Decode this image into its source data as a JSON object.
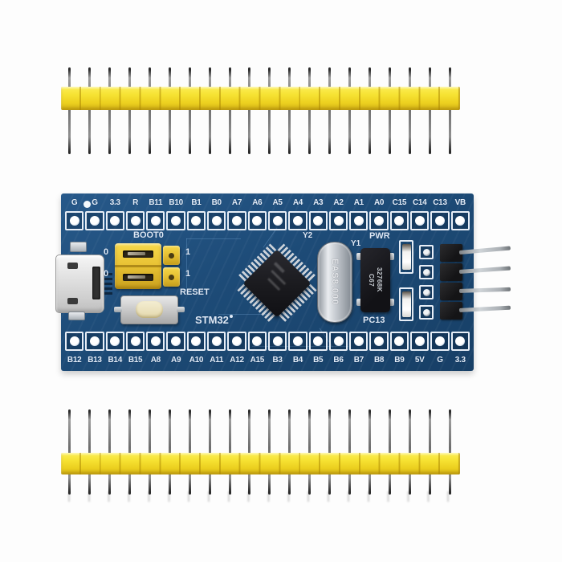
{
  "colors": {
    "pcb_blue": "#1d4b77",
    "header_plastic_yellow": "#f3de2c",
    "jumper_yellow": "#e9c335",
    "silkscreen_white": "#e2ecf8",
    "chip_black": "#1b1b1f",
    "pin_metal_gray": "#8f8f8f"
  },
  "pin_headers": {
    "top_pin_count": 20,
    "bottom_pin_count": 20
  },
  "board": {
    "top_pin_labels": [
      "G",
      "G",
      "3.3",
      "R",
      "B11",
      "B10",
      "B1",
      "B0",
      "A7",
      "A6",
      "A5",
      "A4",
      "A3",
      "A2",
      "A1",
      "A0",
      "C15",
      "C14",
      "C13",
      "VB"
    ],
    "bottom_pin_labels": [
      "B12",
      "B13",
      "B14",
      "B15",
      "A8",
      "A9",
      "A10",
      "A11",
      "A12",
      "A15",
      "B3",
      "B4",
      "B5",
      "B6",
      "B7",
      "B8",
      "B9",
      "5V",
      "G",
      "3.3"
    ],
    "top_hole_count": 20,
    "bottom_hole_count": 20,
    "debug_header_pin_count": 4,
    "led_pad_count": 4,
    "silkscreen": {
      "boot_jumper": "BOOT0",
      "jumper_zero_top": "0",
      "jumper_zero_bottom": "0",
      "jumper_one_top": "1",
      "jumper_one_bottom": "1",
      "reset_button": "RESET",
      "mcu_brand": "STM32",
      "main_crystal_ref": "Y2",
      "rtc_crystal_ref": "Y1",
      "power_led": "PWR",
      "user_led": "PC13"
    },
    "markings": {
      "main_crystal": "EAS8.000",
      "rtc_crystal_line1": "32768K",
      "rtc_crystal_line2": "C67"
    }
  }
}
